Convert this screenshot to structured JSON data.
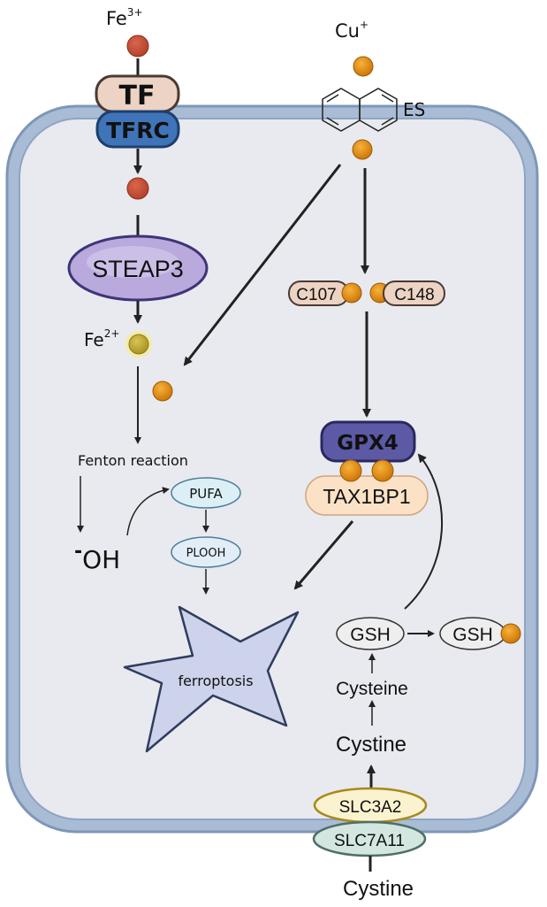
{
  "ions": {
    "fe3": "Fe",
    "fe3_charge": "3+",
    "cu": "Cu",
    "cu_charge": "+",
    "fe2": "Fe",
    "fe2_charge": "2+",
    "oh": "OH",
    "oh_charge": "-"
  },
  "nodes": {
    "tf": "TF",
    "tfrc": "TFRC",
    "steap3": "STEAP3",
    "es": "ES",
    "c107": "C107",
    "c148": "C148",
    "gpx4": "GPX4",
    "tax1bp1": "TAX1BP1",
    "fenton": "Fenton reaction",
    "pufa": "PUFA",
    "plooh": "PLOOH",
    "ferroptosis": "ferroptosis",
    "gsh": "GSH",
    "gsh_bound": "GSH",
    "cysteine": "Cysteine",
    "cystine_inner": "Cystine",
    "slc3a2": "SLC3A2",
    "slc7a11": "SLC7A11",
    "cystine_outer": "Cystine"
  },
  "colors": {
    "membrane": "#a9bcd6",
    "membrane_edge": "#7f96b8",
    "cytoplasm": "#e8eaef",
    "iron_fe3": "#c8553d",
    "copper": "#e48a0e",
    "iron_fe2": "#c9b33a",
    "tf_fill": "#ecd3c3",
    "tfrc_fill": "#3f74b8",
    "steap3_fill": "#b9a9dc",
    "gpx4_fill": "#5c5aa5",
    "tax1bp1_fill": "#fbe2c6",
    "ferroptosis_fill": "#cdd3ea",
    "slc3a2_fill": "#fbf3cf",
    "slc7a11_fill": "#d4e6e0",
    "pufa_fill": "#dceff6",
    "plooh_fill": "#e2edf8"
  }
}
